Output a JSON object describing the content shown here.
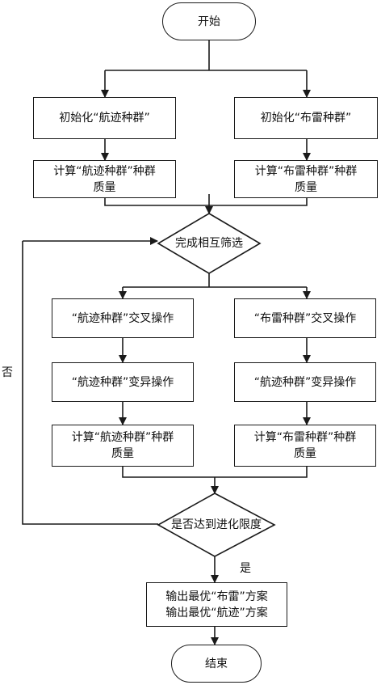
{
  "flowchart": {
    "start": "开始",
    "init_route": "初始化“航迹种群”",
    "init_mine": "初始化“布雷种群”",
    "quality_route_1": [
      "计算“航迹种群”种群",
      "质量"
    ],
    "quality_mine_1": [
      "计算“布雷种群”种群",
      "质量"
    ],
    "mutual_screen": "完成相互筛选",
    "cross_route": "“航迹种群”交叉操作",
    "cross_mine": "“布雷种群”交叉操作",
    "mutate_route": "“航迹种群”变异操作",
    "mutate_right": "“航迹种群”变异操作",
    "quality_route_2": [
      "计算“航迹种群”种群",
      "质量"
    ],
    "quality_mine_2": [
      "计算“布雷种群”种群",
      "质量"
    ],
    "limit_check": "是否达到进化限度",
    "no_label": "否",
    "yes_label": "是",
    "output": [
      "输出最优“布雷”方案",
      "输出最优“航迹”方案"
    ],
    "end": "结束"
  }
}
